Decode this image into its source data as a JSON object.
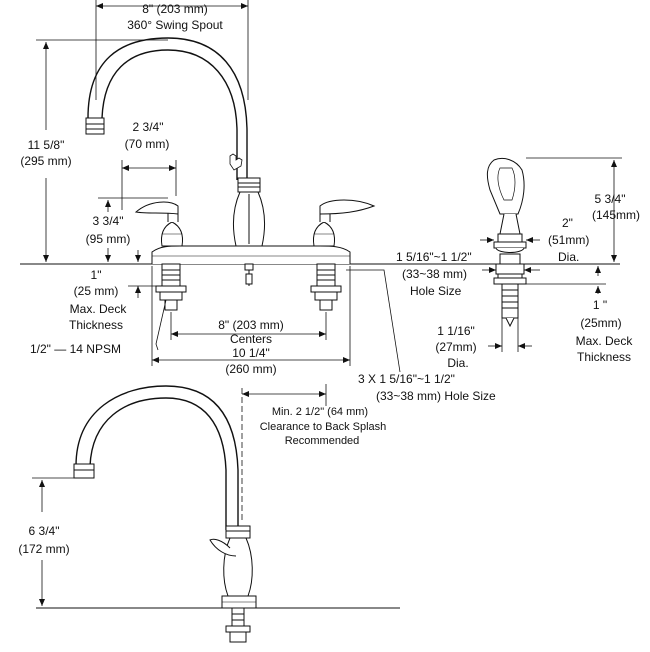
{
  "labels": {
    "spout_reach": "8\"   (203 mm)",
    "swing": "360° Swing Spout",
    "height_in": "11 5/8\"",
    "height_mm": "(295 mm)",
    "handle_spacing_in": "2 3/4\"",
    "handle_spacing_mm": "(70 mm)",
    "handle_height_in": "3 3/4\"",
    "handle_height_mm": "(95 mm)",
    "deck_in": "1\"",
    "deck_mm": "(25 mm)",
    "deck_max": "Max. Deck",
    "deck_thickness": "Thickness",
    "npsm": "1/2\" — 14 NPSM",
    "centers_val": "8\" (203 mm)",
    "centers": "Centers",
    "overall_in": "10 1/4\"",
    "overall_mm": "(260 mm)",
    "holes_count": "3 X 1 5/16\"~1 1/2\"",
    "holes_mm": "(33~38 mm)  Hole Size",
    "sp_height_in": "5 3/4\"",
    "sp_height_mm": "(145mm)",
    "sp_dia_in": "2\"",
    "sp_dia_mm": "(51mm)",
    "sp_dia": "Dia.",
    "sp_hole_in": "1 5/16\"~1 1/2\"",
    "sp_hole_mm": "(33~38 mm)",
    "sp_hole_size": "Hole Size",
    "sp_shank_in": "1 1/16\"",
    "sp_shank_mm": "(27mm)",
    "sp_shank_dia": "Dia.",
    "sp_deck_in": "1 \"",
    "sp_deck_mm": "(25mm)",
    "sp_deck_max": "Max. Deck",
    "sp_deck_thickness": "Thickness",
    "clearance_1": "Min. 2 1/2\" (64 mm)",
    "clearance_2": "Clearance to Back Splash",
    "clearance_3": "Recommended",
    "spout_h_in": "6 3/4\"",
    "spout_h_mm": "(172 mm)"
  }
}
